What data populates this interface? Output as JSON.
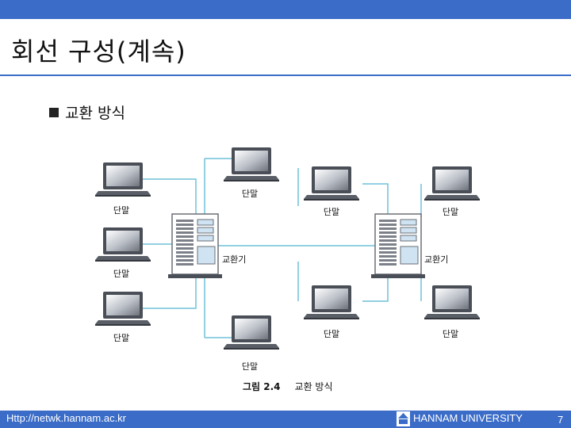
{
  "slide": {
    "title": "회선 구성(계속)",
    "bullet": "교환 방식"
  },
  "diagram": {
    "terminal_label": "단말",
    "switch_label": "교환기",
    "caption_number": "그림 2.4",
    "caption_text": "교환 방식"
  },
  "footer": {
    "url": "Http://netwk.hannam.ac.kr",
    "university": "HANNAM UNIVERSITY",
    "page": "7"
  },
  "colors": {
    "accent": "#3a6cc8",
    "line": "#6fc0d8",
    "switch_fill": "#cfe3f2"
  }
}
